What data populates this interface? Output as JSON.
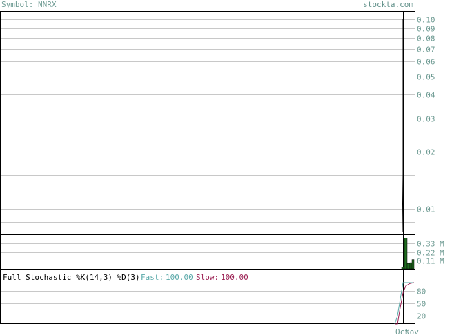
{
  "header": {
    "symbol": "Symbol: NNRX",
    "site": "stockta.com"
  },
  "colors": {
    "grid": "#c8c8c8",
    "axis_text": "#6d9a92",
    "price": "#000000",
    "volume": "#1f6b1f",
    "fast": "#5aa9a9",
    "slow": "#9b1f52"
  },
  "chart_data": [
    {
      "type": "line",
      "panel": "price",
      "scale": "log",
      "ylim": [
        0.0073,
        0.11
      ],
      "y_ticks": [
        "0.10",
        "0.09",
        "0.08",
        "0.07",
        "0.06",
        "0.05",
        "0.04",
        "0.03",
        "0.02",
        "0.01"
      ],
      "series": [
        {
          "values": [
            0.1,
            0.1,
            0.1,
            0.1,
            0.1,
            0.015,
            0.0075
          ]
        }
      ]
    },
    {
      "type": "bar",
      "panel": "volume",
      "y_ticks": [
        "0.33 M",
        "0.22 M",
        "0.11 M"
      ],
      "ylim": [
        0,
        0.44
      ],
      "values": [
        0.02,
        0.4,
        0.07,
        0.08,
        0.12
      ]
    },
    {
      "type": "line",
      "panel": "stochastic",
      "title": "Full Stochastic %K(14,3) %D(3)",
      "fast_label": "Fast:",
      "fast_value": "100.00",
      "slow_label": "Slow:",
      "slow_value": "100.00",
      "ylim": [
        0,
        100
      ],
      "y_ticks": [
        "80",
        "50",
        "20"
      ],
      "x_ticks": [
        "Oct",
        "Nov"
      ],
      "series": [
        {
          "name": "Fast",
          "values": [
            0,
            20,
            60,
            100,
            100,
            100,
            100
          ]
        },
        {
          "name": "Slow",
          "values": [
            0,
            0,
            40,
            75,
            92,
            98,
            100
          ]
        }
      ]
    }
  ]
}
